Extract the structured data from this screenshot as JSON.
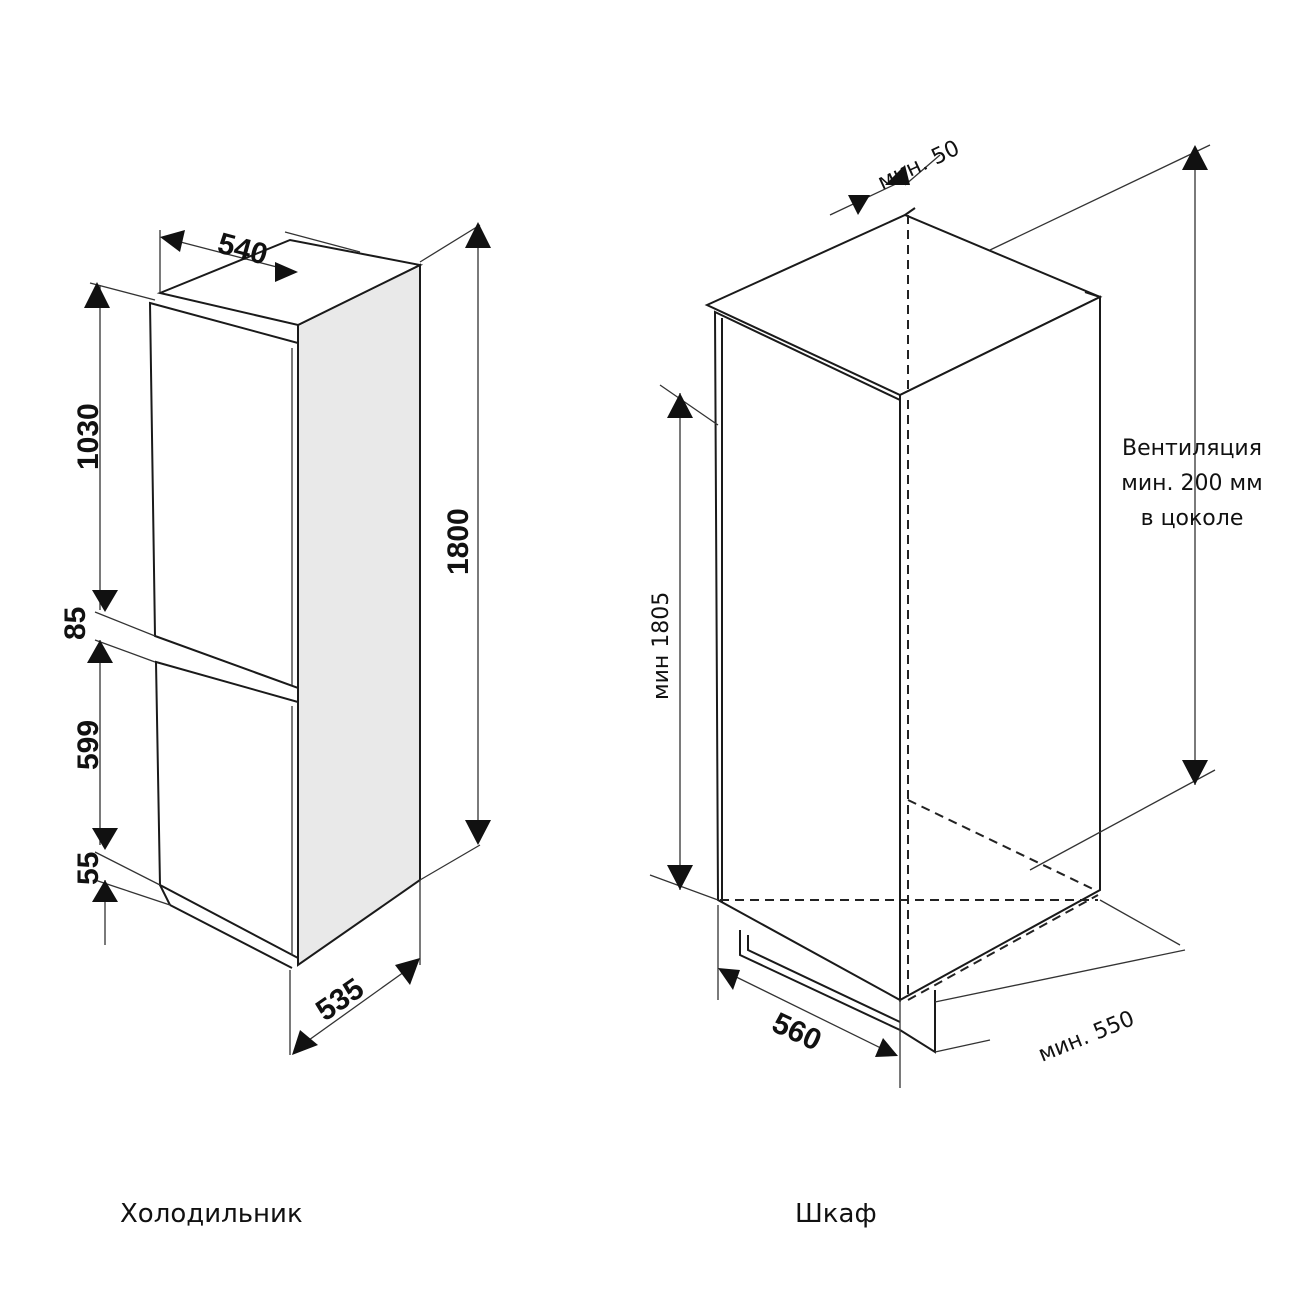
{
  "fridge": {
    "caption": "Холодильник",
    "dims": {
      "width": "540",
      "height_total": "1800",
      "upper_door": "1030",
      "gap": "85",
      "lower_door": "599",
      "bottom": "55",
      "depth": "535"
    }
  },
  "cabinet": {
    "caption": "Шкаф",
    "dims": {
      "top_gap": "мин. 50",
      "height": "мин 1805",
      "width": "560",
      "depth": "мин. 550"
    },
    "ventilation": {
      "line1": "Вентиляция",
      "line2": "мин. 200 мм",
      "line3": "в цоколе"
    }
  },
  "colors": {
    "line": "#1a1a1a",
    "side_fill": "#e9e9e9"
  }
}
